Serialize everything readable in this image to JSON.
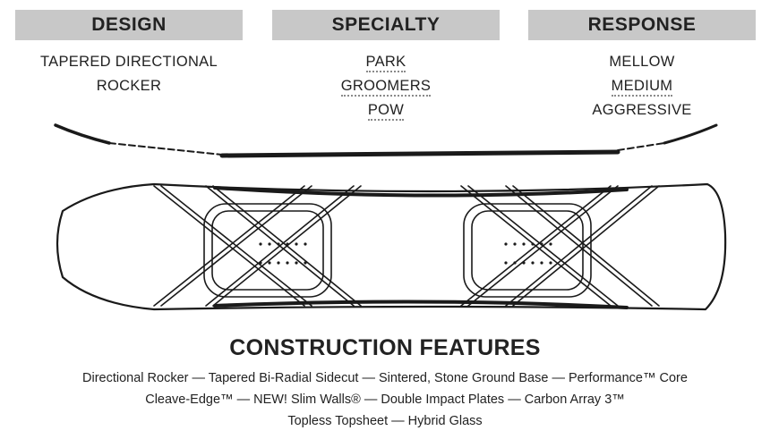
{
  "design": {
    "header": "DESIGN",
    "items": [
      "TAPERED DIRECTIONAL",
      "ROCKER"
    ]
  },
  "specialty": {
    "header": "SPECIALTY",
    "items": [
      "PARK",
      "GROOMERS",
      "POW"
    ]
  },
  "response": {
    "header": "RESPONSE",
    "items": [
      "MELLOW",
      "MEDIUM",
      "AGGRESSIVE"
    ]
  },
  "construction": {
    "title": "CONSTRUCTION FEATURES",
    "lines": [
      "Directional Rocker — Tapered Bi-Radial Sidecut — Sintered, Stone Ground Base — Performance™ Core",
      "Cleave-Edge™ — NEW! Slim Walls® — Double Impact Plates — Carbon Array 3™",
      "Topless Topsheet — Hybrid Glass"
    ]
  },
  "colors": {
    "header_bg": "#c8c8c8",
    "text": "#222222",
    "line": "#1a1a1a"
  }
}
